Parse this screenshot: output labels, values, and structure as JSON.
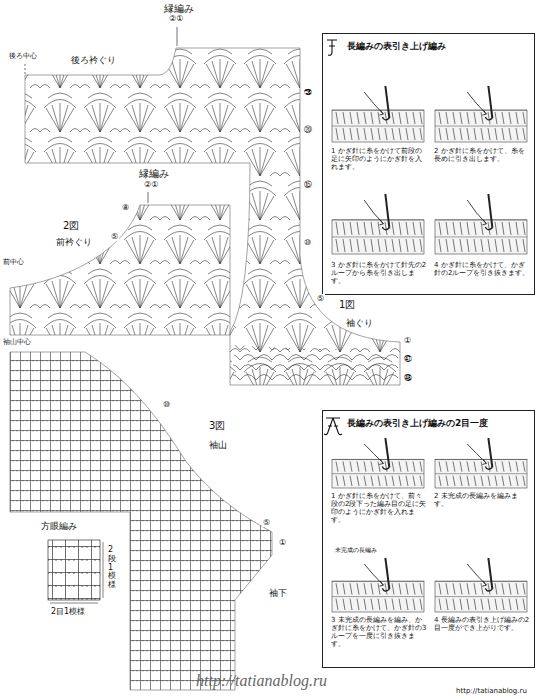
{
  "diagram": {
    "nodes": [
      {
        "text": [
          "長編みの表引き上げ編み"
        ]
      },
      {
        "text": [
          "長編みの表引き上げ編みの2目一度"
        ]
      }
    ],
    "labels": [
      "縁編み",
      "②①",
      "後ろ中心",
      "後ろ衿ぐり",
      "㉖",
      "⑳",
      "⑮",
      "⑩",
      "⑤",
      "1図",
      "袖ぐり",
      "①",
      "㊼",
      "㊽",
      "縁編み",
      "②①",
      "⑧",
      "⑤",
      "2図",
      "前衿ぐり",
      "前中心",
      "袖山中心",
      "⑩",
      "3図",
      "袖山",
      "⑤",
      "①",
      "袖下",
      "方眼編み",
      "2段1模様",
      "2目1模様",
      "1 かぎ針に糸をかけて前段の足に矢印のようにかぎ針を入れます。",
      "2 かぎ針に糸をかけて、糸を長めに引き出します。",
      "3 かぎ針に糸をかけて針先の2ループから糸を引き出します。",
      "4 かぎ針に糸をかけて、かぎ針の2ループを引き抜きます。",
      "1 かぎ針に糸をかけて、前々段の2段下った編み目の足に矢印のようにかぎ針を入れます。",
      "2 未完成の長編みを編みます。",
      "3 未完成の長編みを編み、かぎ針に糸をかけて、かぎ針の3ループを一度に引き抜きます。",
      "4 長編みの表引き上げ編みの2目一度ができ上がりです。",
      "未完成の長編み",
      "http://tatianablog.ru",
      "http://tatianablog.ru"
    ]
  }
}
